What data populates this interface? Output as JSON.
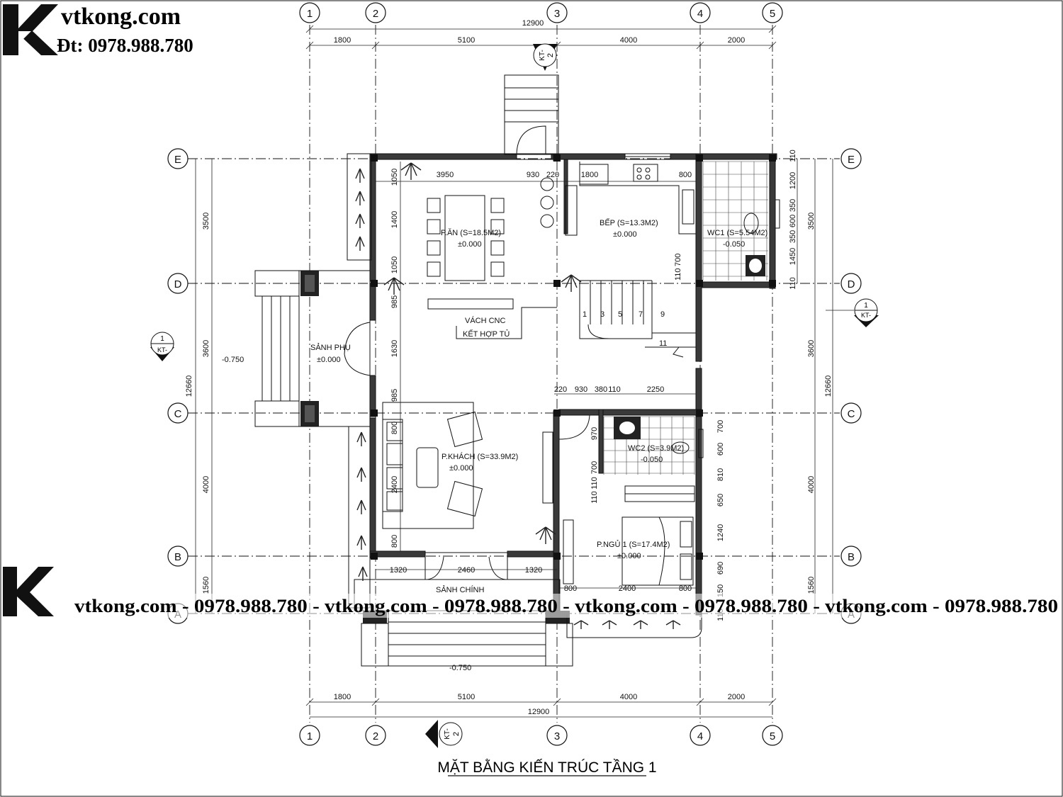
{
  "brand": {
    "site": "vtkong.com",
    "phone_line": "Đt: 0978.988.780",
    "watermark": "vtkong.com - 0978.988.780 - vtkong.com - 0978.988.780 - vtkong.com - 0978.988.780 - vtkong.com - 0978.988.780",
    "logo_color": "#111111"
  },
  "title": "MẶT BẰNG KIẾN TRÚC TẦNG 1",
  "axes": {
    "vertical": [
      "1",
      "2",
      "3",
      "4",
      "5"
    ],
    "horizontal": [
      "E",
      "D",
      "C",
      "B",
      "A"
    ]
  },
  "dimensions": {
    "top_total": "12900",
    "top_segments": [
      "1800",
      "5100",
      "4000",
      "2000"
    ],
    "bottom_total": "12900",
    "bottom_segments": [
      "1800",
      "5100",
      "4000",
      "2000"
    ],
    "left_total": "12660",
    "left_segments": [
      "3500",
      "3600",
      "4000",
      "1560"
    ],
    "right_total": "12660",
    "right_segments": [
      "3500",
      "3600",
      "4000",
      "1560"
    ],
    "right_inner": [
      "110",
      "1200",
      "350",
      "600",
      "350",
      "1450",
      "110"
    ],
    "interior": {
      "top_row": [
        "3950",
        "930",
        "220",
        "1800",
        "800"
      ],
      "left_column": [
        "1050",
        "1400",
        "1050",
        "985",
        "1630",
        "985",
        "800",
        "2400",
        "800"
      ],
      "mid_row": [
        "220",
        "930",
        "380",
        "110",
        "2250"
      ],
      "bottom_row": [
        "1320",
        "2460",
        "1320"
      ],
      "wc2_right": [
        "700",
        "600",
        "810",
        "650",
        "1240",
        "690",
        "150",
        "110"
      ],
      "wc2_left": [
        "970",
        "700",
        "110",
        "110"
      ],
      "bed_bottom": [
        "800",
        "2400",
        "800"
      ],
      "stair_gap": [
        "110",
        "700"
      ]
    }
  },
  "rooms": {
    "dining": {
      "name": "P.ĂN (S=18.5M2)",
      "level": "±0.000"
    },
    "kitchen": {
      "name": "BẾP (S=13.3M2)",
      "level": "±0.000"
    },
    "wc1": {
      "name": "WC1 (S=5.54M2)",
      "level": "-0.050"
    },
    "side_hall": {
      "name": "SẢNH PHỤ",
      "level": "±0.000"
    },
    "living": {
      "name": "P.KHÁCH (S=33.9M2)",
      "level": "±0.000"
    },
    "wc2": {
      "name": "WC2 (S=3.9M2)",
      "level": "-0.050"
    },
    "bedroom": {
      "name": "P.NGỦ 1 (S=17.4M2)",
      "level": "±0.000"
    },
    "main_hall": {
      "name": "SẢNH CHÍNH"
    },
    "cnc": {
      "line1": "VÁCH CNC",
      "line2": "KẾT HỢP TỦ"
    },
    "ground_left": "-0.750",
    "ground_bottom": "-0.750"
  },
  "stairs": {
    "steps": [
      "1",
      "3",
      "5",
      "7",
      "9",
      "11"
    ]
  },
  "section_marks": {
    "top": {
      "id": "2",
      "sheet": "KT-"
    },
    "bottom": {
      "id": "2",
      "sheet": "KT-"
    },
    "left": {
      "id": "1",
      "sheet": "KT-"
    },
    "right": {
      "id": "1",
      "sheet": "KT-"
    }
  }
}
